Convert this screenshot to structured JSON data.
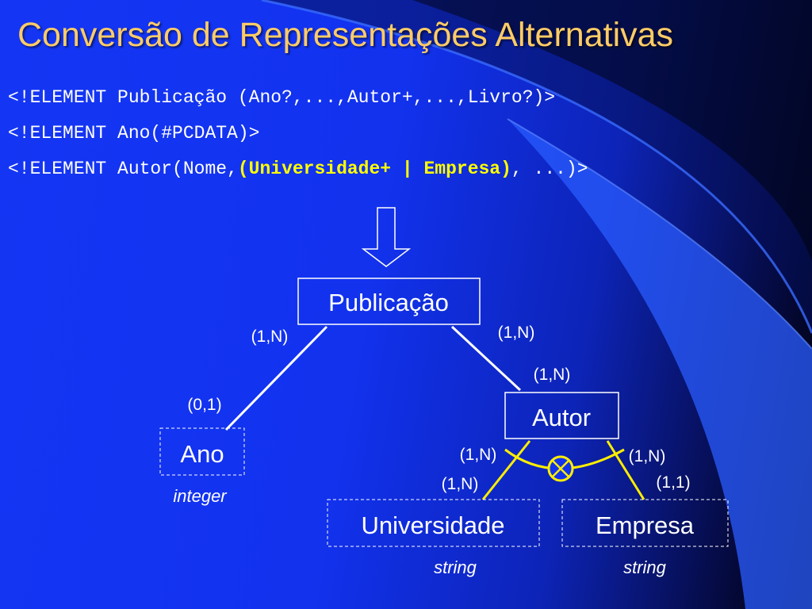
{
  "title": "Conversão de Representações Alternativas",
  "code_lines": [
    {
      "text": "<!ELEMENT Publicação (Ano?,...,Autor+,...,Livro?)>"
    },
    {
      "text": "<!ELEMENT Ano(#PCDATA)>"
    },
    {
      "before": "<!ELEMENT Autor(Nome,",
      "highlight": "(Universidade+ | Empresa)",
      "after": ", ...)>"
    }
  ],
  "diagram": {
    "entities": {
      "publicacao": "Publicação",
      "autor": "Autor"
    },
    "attributes": {
      "ano": {
        "label": "Ano",
        "type": "integer"
      },
      "universidade": {
        "label": "Universidade",
        "type": "string"
      },
      "empresa": {
        "label": "Empresa",
        "type": "string"
      }
    },
    "cardinalities": {
      "publicacao_ano": "(1,N)",
      "ano_side": "(0,1)",
      "publicacao_autor": "(1,N)",
      "autor_side": "(1,N)",
      "autor_universidade_top": "(1,N)",
      "universidade_side": "(1,N)",
      "autor_empresa_top": "(1,N)",
      "empresa_side": "(1,1)"
    },
    "xor_symbol": "X"
  },
  "colors": {
    "title": "#ffcc66",
    "highlight": "#ffff00",
    "line": "#ffffff",
    "choice_line": "#ffee00",
    "background": "#1436f4"
  }
}
